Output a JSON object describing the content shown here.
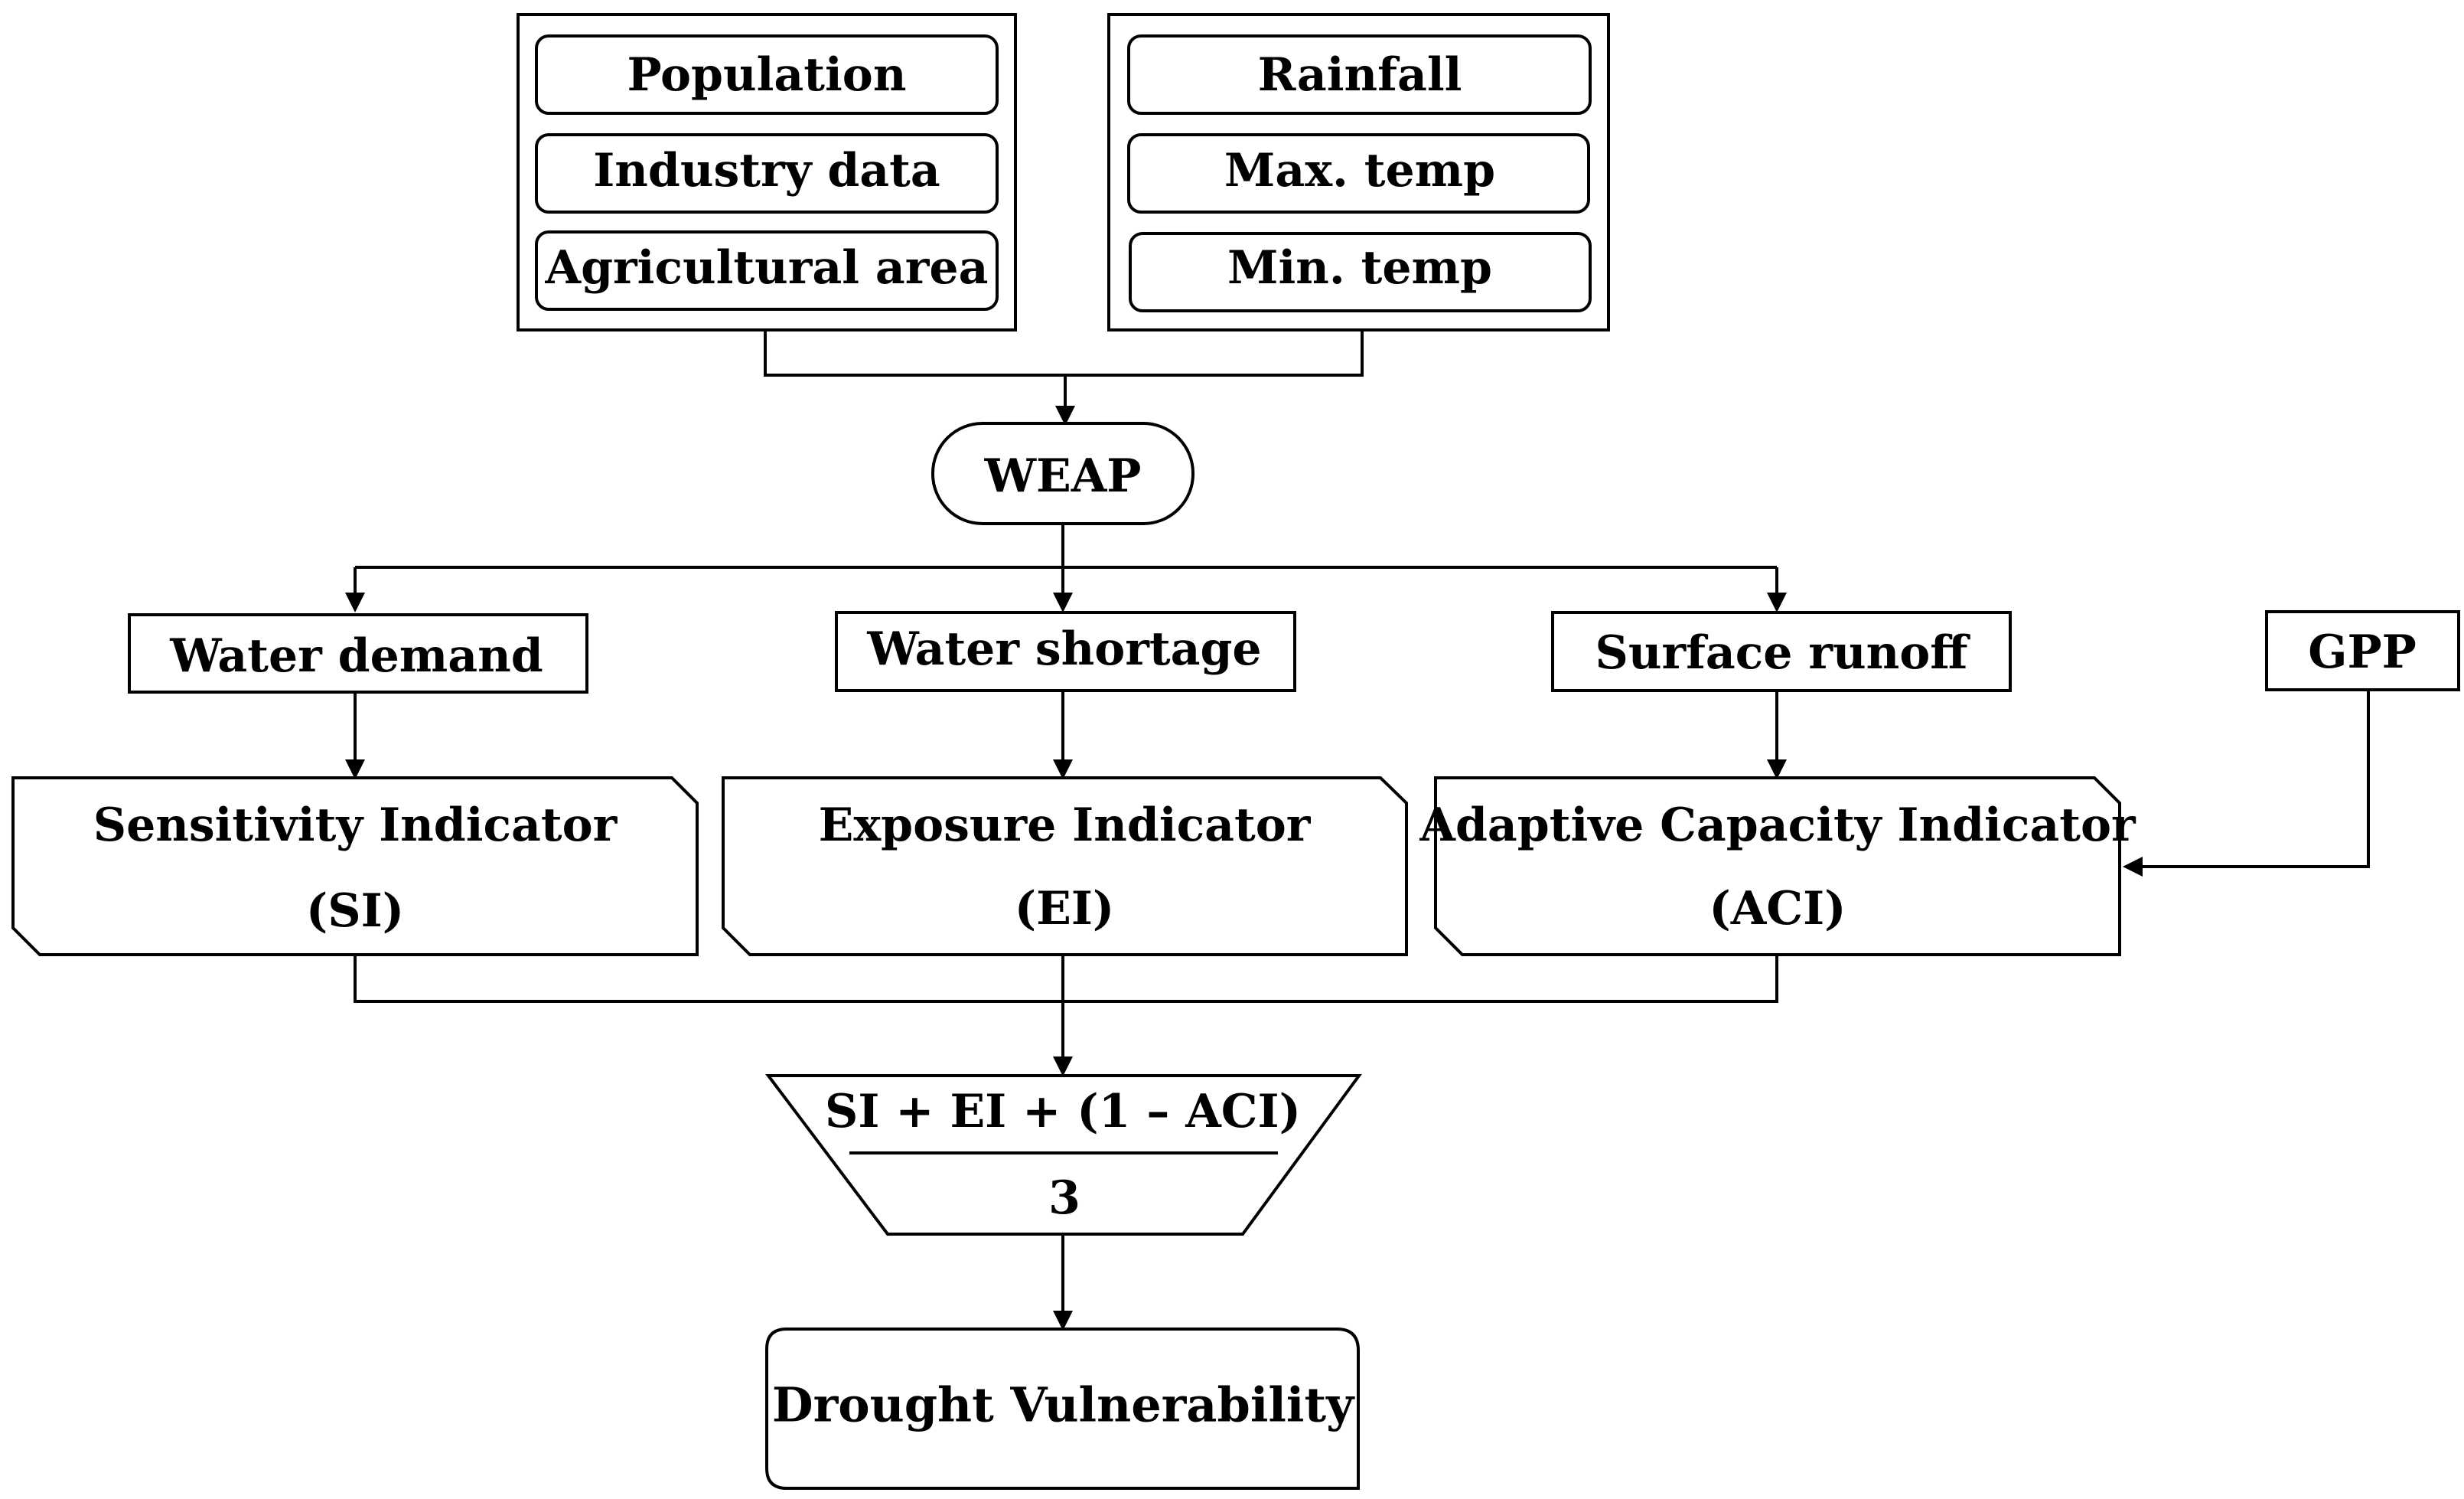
{
  "socio_inputs": [
    "Population",
    "Industry data",
    "Agricultural area"
  ],
  "climate_inputs": [
    "Rainfall",
    "Max. temp",
    "Min. temp"
  ],
  "model": "WEAP",
  "outputs": {
    "water_demand": "Water demand",
    "water_shortage": "Water shortage",
    "surface_runoff": "Surface runoff",
    "gpp": "GPP"
  },
  "indicators": {
    "sensitivity": {
      "name": "Sensitivity Indicator",
      "abbr": "(SI)"
    },
    "exposure": {
      "name": "Exposure Indicator",
      "abbr": "(EI)"
    },
    "adaptive": {
      "name": "Adaptive Capacity Indicator",
      "abbr": "(ACI)"
    }
  },
  "formula": {
    "numerator": "SI + EI + (1 – ACI)",
    "denominator": "3"
  },
  "result": "Drought Vulnerability"
}
